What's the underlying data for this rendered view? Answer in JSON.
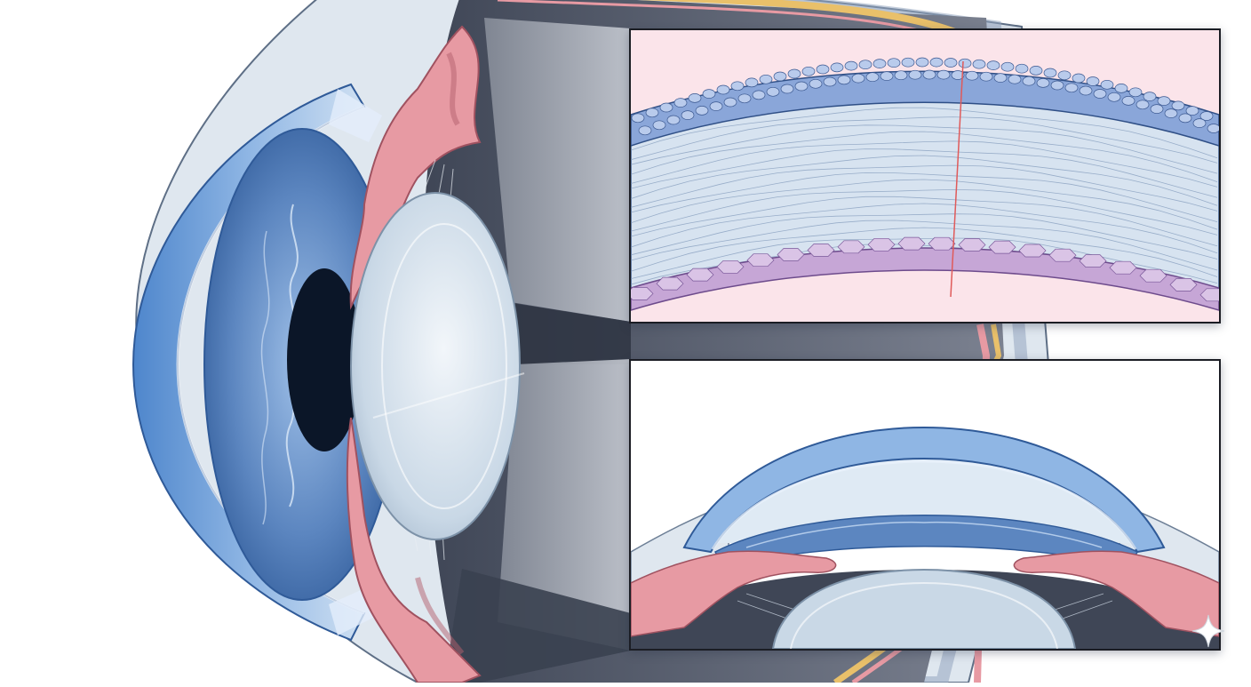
{
  "figure": {
    "subject": "",
    "main_view": "eye-cross-section",
    "insets": [
      "corneal-layers-detail",
      "anterior-chamber-detail"
    ]
  },
  "colors": {
    "sclera": "#dbe5ee",
    "cornea": "#6f9fd6",
    "iris": "#5c86c0",
    "pupil": "#0b1628",
    "ciliary": "#e79aa3",
    "lens": "#c9d8e6",
    "interior": "#5b6170",
    "epithelium": "#8aa6d9",
    "stroma": "#d7e3f0",
    "endothelium": "#c6a6d6",
    "aqueous": "#fbe4ea",
    "nerve": "#e9c06a"
  }
}
